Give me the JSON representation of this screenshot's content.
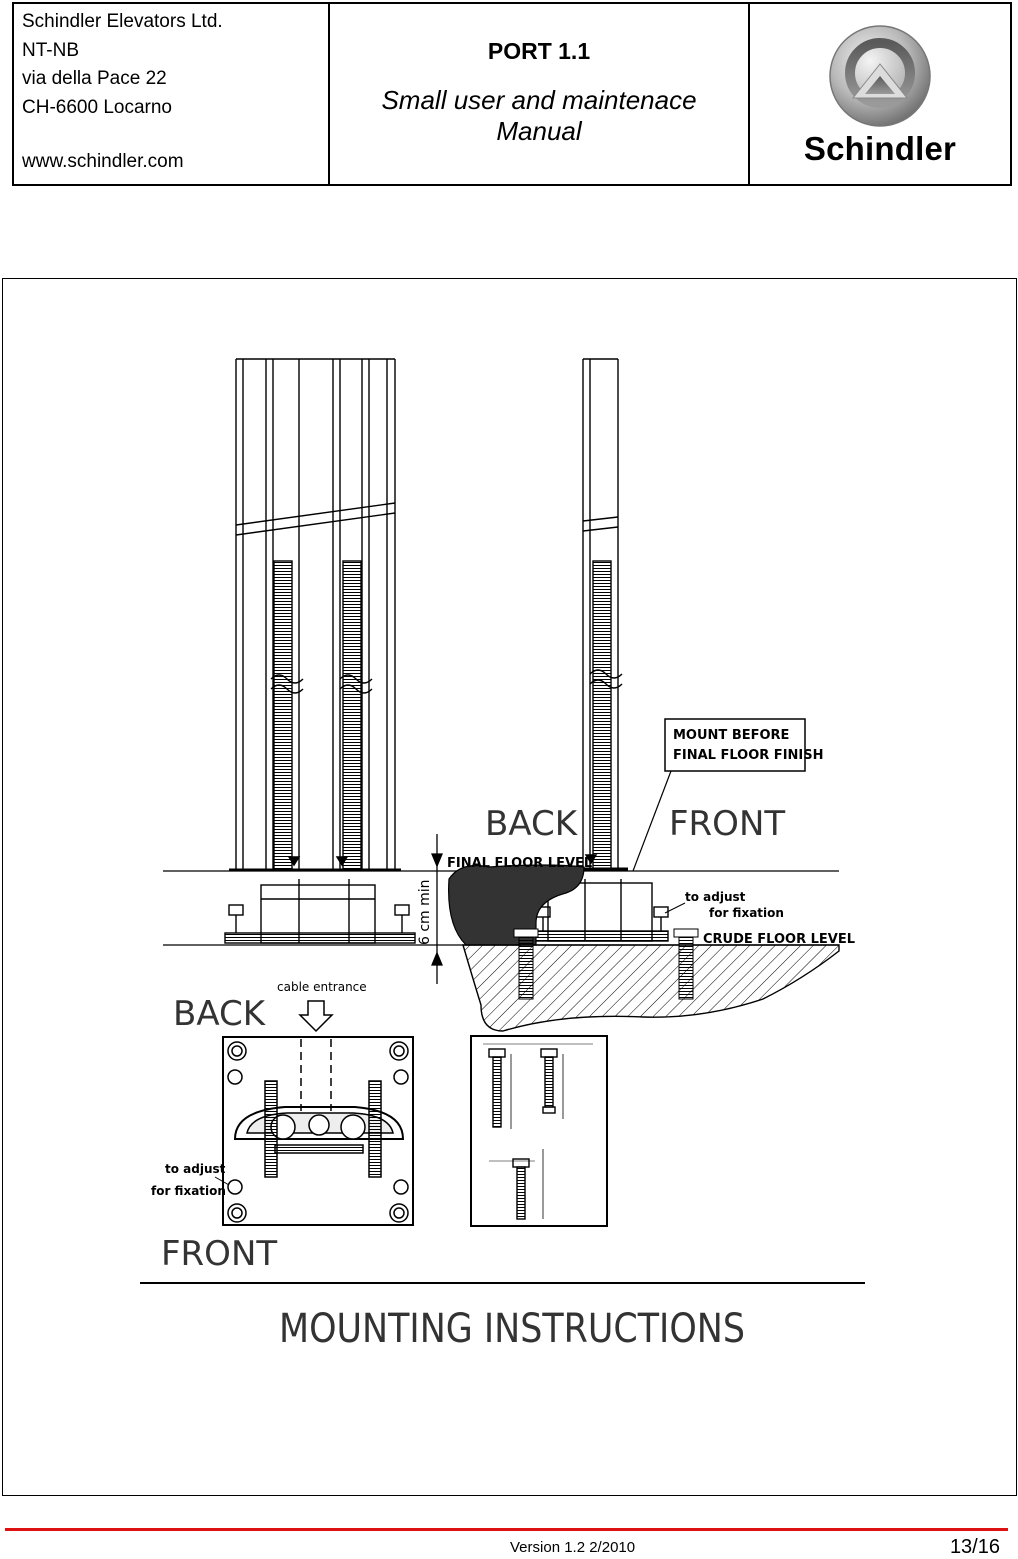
{
  "header": {
    "company_lines": [
      "Schindler Elevators Ltd.",
      "NT-NB",
      "via della Pace 22",
      "CH-6600 Locarno"
    ],
    "website": "www.schindler.com",
    "doc_code": "PORT 1.1",
    "doc_title": "Small user and maintenace Manual",
    "logo_text": "Schindler"
  },
  "drawing": {
    "note_box": [
      "MOUNT BEFORE",
      "FINAL FLOOR FINISH"
    ],
    "back_label": "BACK",
    "front_label": "FRONT",
    "final_floor_level": "FINAL FLOOR LEVEL",
    "dimension": "6 cm min",
    "adjust_line1": "to adjust",
    "adjust_line2": "for fixation",
    "crude_floor_level": "CRUDE FLOOR LEVEL",
    "cable_entrance": "cable entrance",
    "plan_back": "BACK",
    "plan_front": "FRONT",
    "plan_adjust_line1": "to adjust",
    "plan_adjust_line2": "for fixation",
    "caption": "MOUNTING INSTRUCTIONS"
  },
  "footer": {
    "version": "Version 1.2 2/2010",
    "page": "13/16",
    "line_color": "#dd1111"
  }
}
